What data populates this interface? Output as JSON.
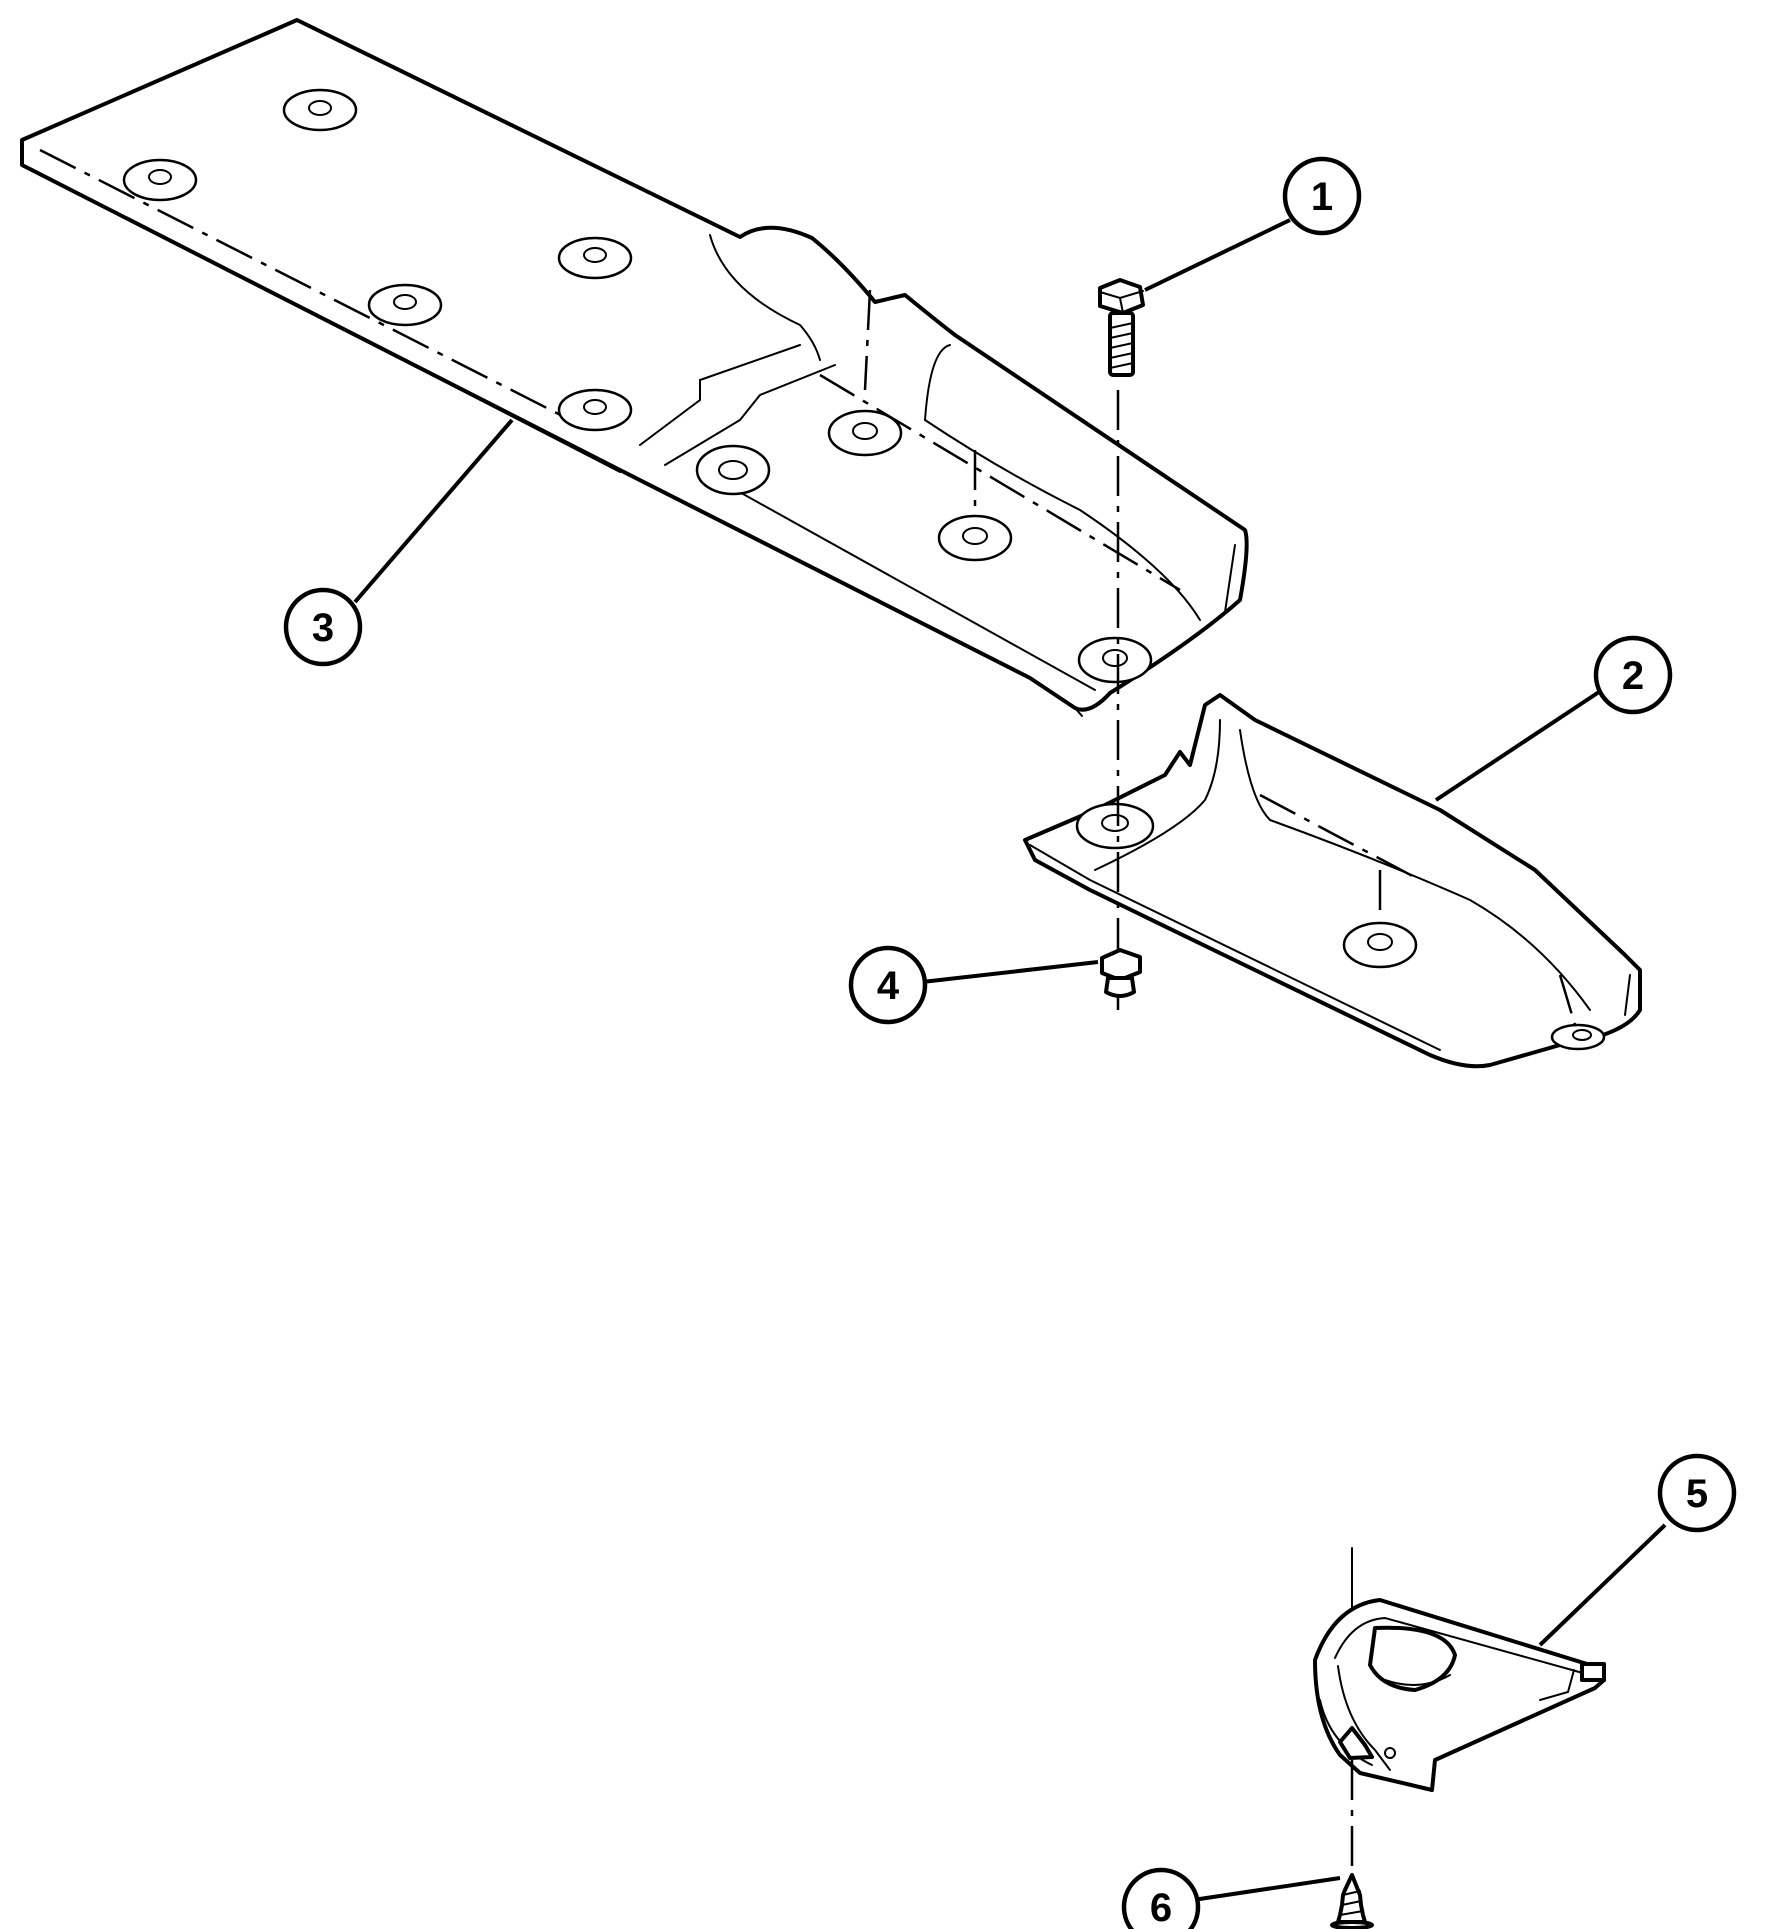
{
  "diagram": {
    "callouts": [
      {
        "id": "1",
        "label": "1",
        "part": "bolt"
      },
      {
        "id": "2",
        "label": "2",
        "part": "rear-heat-shield"
      },
      {
        "id": "3",
        "label": "3",
        "part": "front-heat-shield"
      },
      {
        "id": "4",
        "label": "4",
        "part": "nut"
      },
      {
        "id": "5",
        "label": "5",
        "part": "bracket-shield"
      },
      {
        "id": "6",
        "label": "6",
        "part": "screw"
      }
    ],
    "colors": {
      "line": "#000000",
      "background": "#ffffff"
    }
  }
}
